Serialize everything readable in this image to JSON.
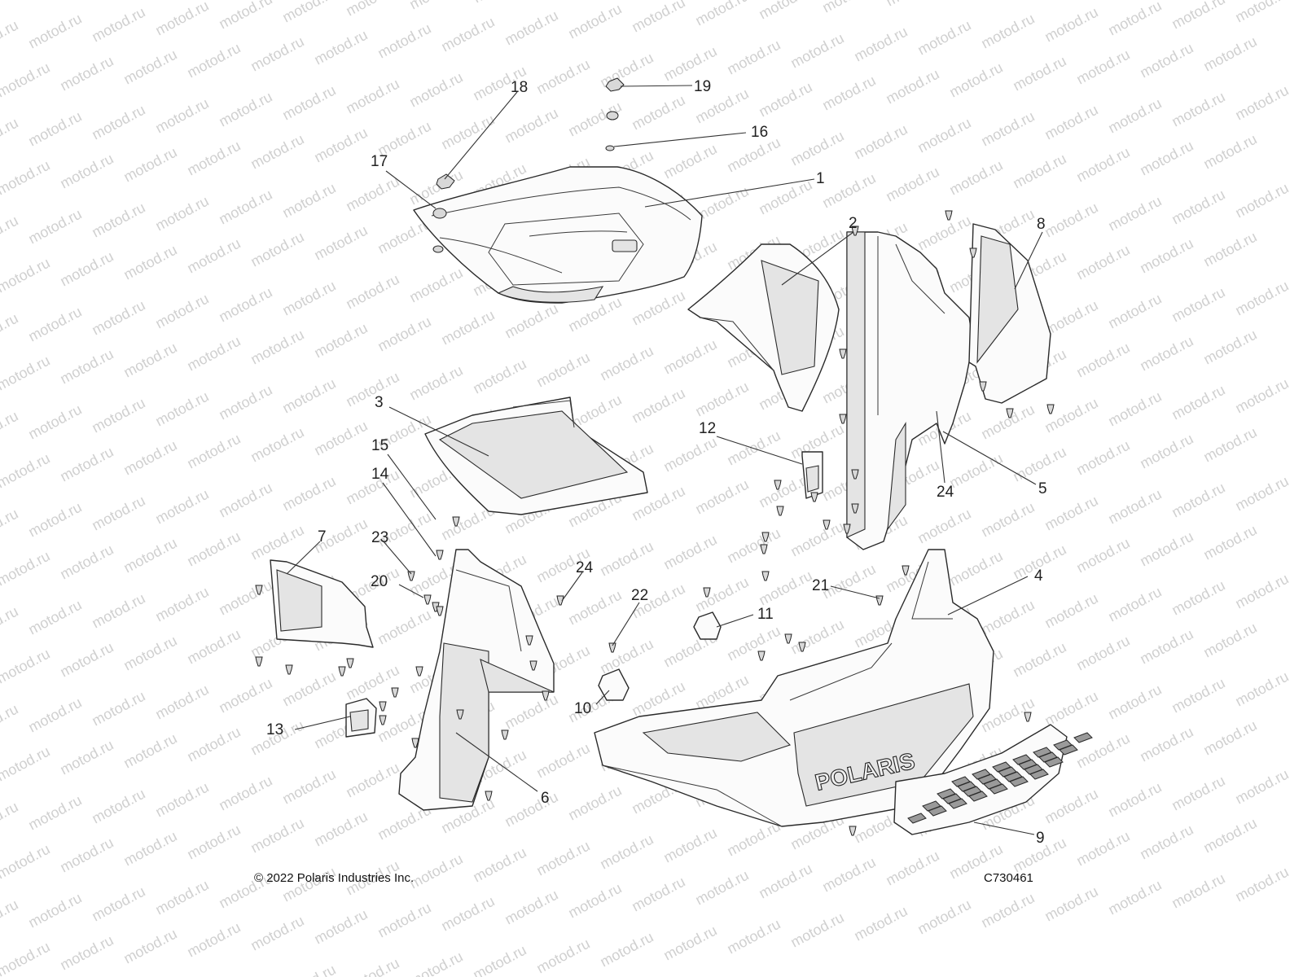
{
  "watermark": {
    "text": "motod.ru"
  },
  "callouts": [
    {
      "id": "1",
      "label": "1"
    },
    {
      "id": "2",
      "label": "2"
    },
    {
      "id": "3",
      "label": "3"
    },
    {
      "id": "4",
      "label": "4"
    },
    {
      "id": "5",
      "label": "5"
    },
    {
      "id": "6",
      "label": "6"
    },
    {
      "id": "7",
      "label": "7"
    },
    {
      "id": "8",
      "label": "8"
    },
    {
      "id": "9",
      "label": "9"
    },
    {
      "id": "10",
      "label": "10"
    },
    {
      "id": "11",
      "label": "11"
    },
    {
      "id": "12",
      "label": "12"
    },
    {
      "id": "13",
      "label": "13"
    },
    {
      "id": "14",
      "label": "14"
    },
    {
      "id": "15",
      "label": "15"
    },
    {
      "id": "16",
      "label": "16"
    },
    {
      "id": "17",
      "label": "17"
    },
    {
      "id": "18",
      "label": "18"
    },
    {
      "id": "19",
      "label": "19"
    },
    {
      "id": "20",
      "label": "20"
    },
    {
      "id": "21",
      "label": "21"
    },
    {
      "id": "22",
      "label": "22"
    },
    {
      "id": "23",
      "label": "23"
    },
    {
      "id": "24a",
      "label": "24"
    },
    {
      "id": "24b",
      "label": "24"
    }
  ],
  "bumper_logo": "POLARIS",
  "footer": {
    "copyright": "© 2022 Polaris Industries Inc.",
    "drawing_number": "C730461"
  }
}
